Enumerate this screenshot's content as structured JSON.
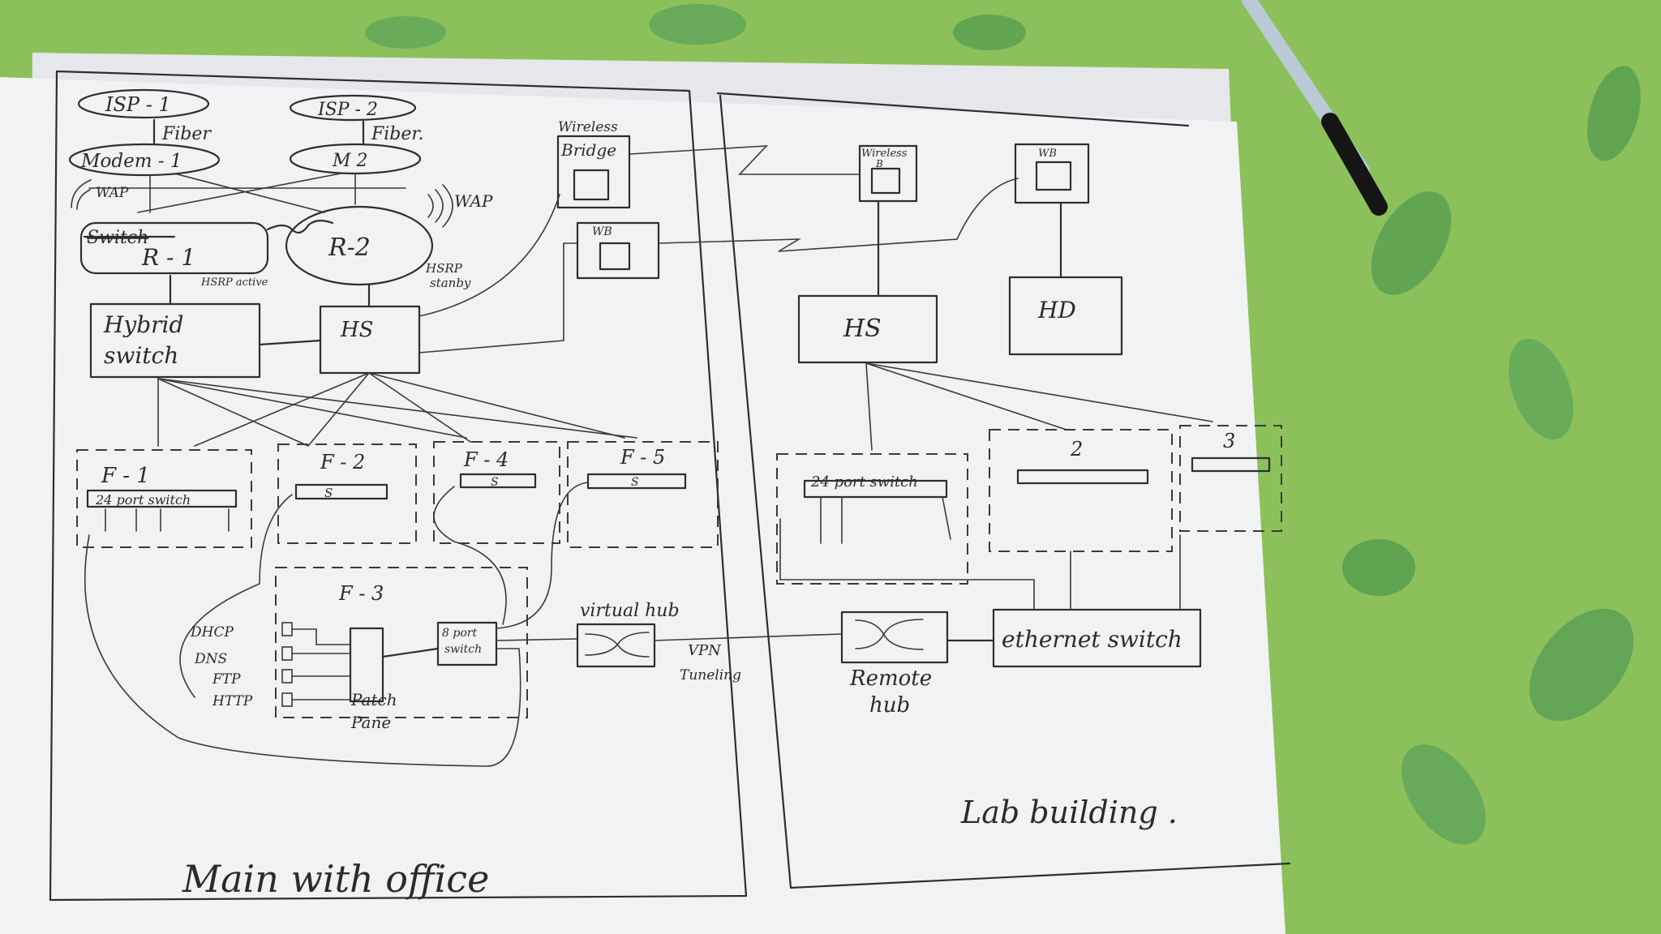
{
  "diagram": {
    "main": {
      "isp1": "ISP - 1",
      "isp2": "ISP - 2",
      "fiber1": "Fiber",
      "fiber2": "Fiber.",
      "modem1": "Modem - 1",
      "modem2": "M 2",
      "wap1": "WAP",
      "wap2": "WAP",
      "switch_struck": "Switch",
      "r1": "R - 1",
      "r1_note": "HSRP active",
      "r2": "R-2",
      "r2_note_1": "HSRP",
      "r2_note_2": "stanby",
      "hybrid_1": "Hybrid",
      "hybrid_2": "switch",
      "hs": "HS",
      "wireless_bridge_1": "Wireless",
      "wireless_bridge_2": "Bridge",
      "wb": "WB",
      "f1": "F - 1",
      "f1_switch": "24 port switch",
      "f2": "F - 2",
      "f4": "F - 4",
      "f5": "F - 5",
      "s_label": "S",
      "f3": "F - 3",
      "dhcp": "DHCP",
      "dns": "DNS",
      "ftp": "FTP",
      "http": "HTTP",
      "port8_1": "8 port",
      "port8_2": "switch",
      "patch_1": "Patch",
      "patch_2": "Pane",
      "virtual_hub": "virtual hub",
      "vpn_1": "VPN",
      "vpn_2": "Tuneling",
      "caption": "Main with office"
    },
    "lab": {
      "wireless_b_1": "Wireless",
      "wireless_b_2": "B",
      "wb": "WB",
      "hs": "HS",
      "hd": "HD",
      "port24": "24 port switch",
      "floor2": "2",
      "floor3": "3",
      "remote_1": "Remote",
      "remote_2": "hub",
      "ethernet": "ethernet switch",
      "caption": "Lab building ."
    }
  }
}
